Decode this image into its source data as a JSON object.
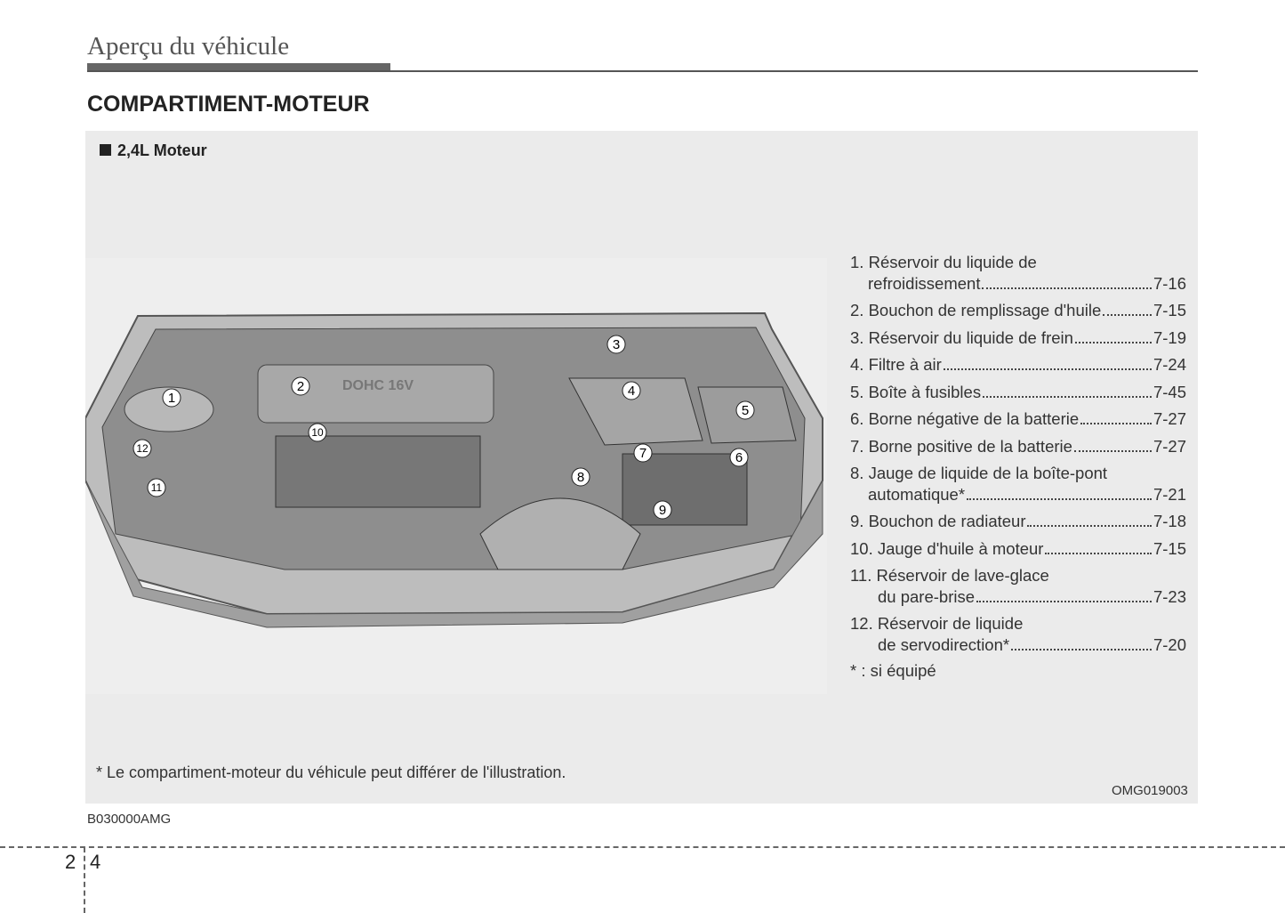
{
  "header": {
    "section": "Aperçu du véhicule",
    "title": "COMPARTIMENT-MOTEUR",
    "subtitle": "2,4L Moteur"
  },
  "illustration": {
    "engine_label": "DOHC 16V",
    "callouts": [
      "1",
      "2",
      "3",
      "4",
      "5",
      "6",
      "7",
      "8",
      "9",
      "10",
      "11",
      "12"
    ]
  },
  "list": [
    {
      "n": "1.",
      "lines": [
        "Réservoir du liquide de",
        "refroidissement"
      ],
      "page": "7-16"
    },
    {
      "n": "2.",
      "lines": [
        "Bouchon de remplissage d'huile"
      ],
      "page": "7-15"
    },
    {
      "n": "3.",
      "lines": [
        "Réservoir du liquide de frein"
      ],
      "page": "7-19"
    },
    {
      "n": "4.",
      "lines": [
        "Filtre à air"
      ],
      "page": "7-24"
    },
    {
      "n": "5.",
      "lines": [
        "Boîte à fusibles"
      ],
      "page": "7-45"
    },
    {
      "n": "6.",
      "lines": [
        "Borne négative de la batterie"
      ],
      "page": "7-27"
    },
    {
      "n": "7.",
      "lines": [
        "Borne positive de la batterie"
      ],
      "page": "7-27"
    },
    {
      "n": "8.",
      "lines": [
        "Jauge de liquide de la boîte-pont",
        "automatique*"
      ],
      "page": "7-21"
    },
    {
      "n": "9.",
      "lines": [
        "Bouchon de radiateur"
      ],
      "page": "7-18"
    },
    {
      "n": "10.",
      "lines": [
        "Jauge d'huile à moteur"
      ],
      "page": "7-15"
    },
    {
      "n": "11.",
      "lines": [
        "Réservoir de lave-glace",
        "du pare-brise"
      ],
      "page": "7-23"
    },
    {
      "n": "12.",
      "lines": [
        "Réservoir de liquide",
        "de servodirection*"
      ],
      "page": "7-20"
    }
  ],
  "footnote_equipped": "* : si équipé",
  "note": "* Le compartiment-moteur du véhicule peut différer de l'illustration.",
  "image_code": "OMG019003",
  "doc_code": "B030000AMG",
  "page": {
    "chapter": "2",
    "number": "4"
  }
}
